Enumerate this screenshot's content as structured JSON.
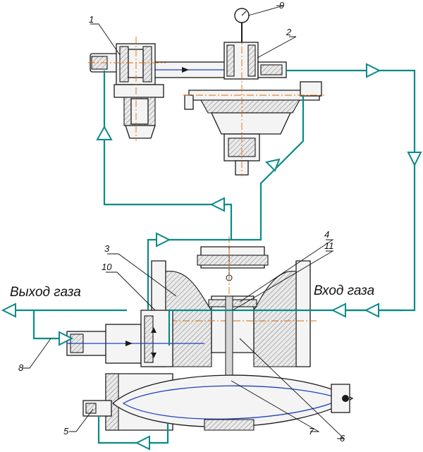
{
  "labels": {
    "gas_out": "Выход газа",
    "gas_in": "Вход газа"
  },
  "callouts": [
    "1",
    "2",
    "3",
    "4",
    "5",
    "6",
    "7",
    "8",
    "9",
    "10",
    "11"
  ],
  "colors": {
    "pipe": "#0a8a8a",
    "outline": "#1a1a1a",
    "inner_contour": "#1f3fbf",
    "axis": "#e06a00"
  }
}
